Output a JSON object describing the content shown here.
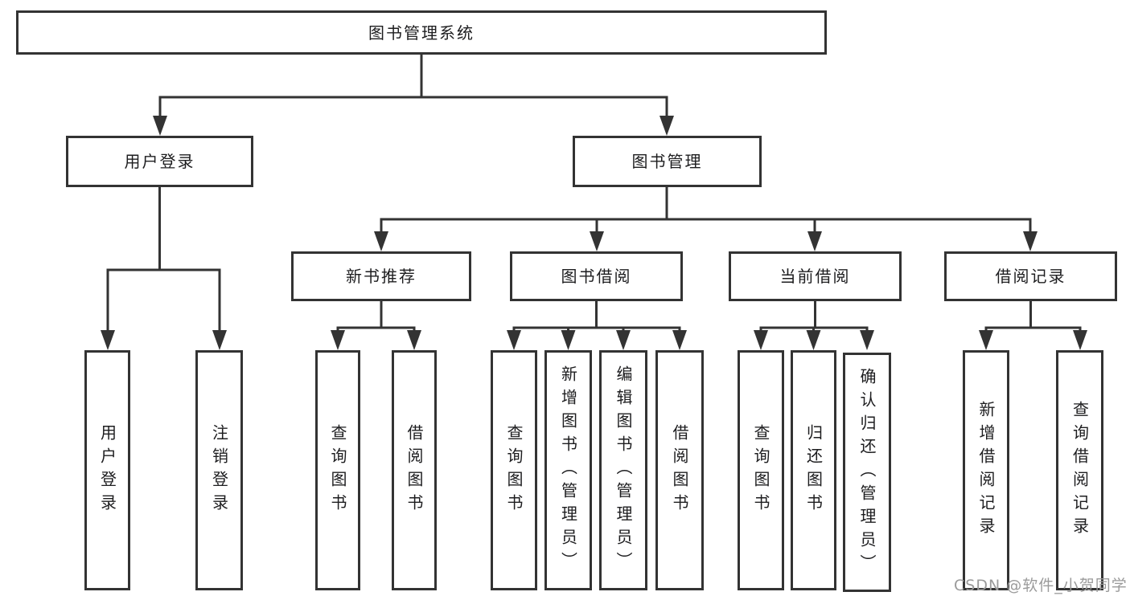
{
  "tree": {
    "root": {
      "label": "图书管理系统",
      "children": [
        {
          "label": "用户登录",
          "children": [
            {
              "label": "用户登录"
            },
            {
              "label": "注销登录"
            }
          ]
        },
        {
          "label": "图书管理",
          "children": [
            {
              "label": "新书推荐",
              "children": [
                {
                  "label": "查询图书"
                },
                {
                  "label": "借阅图书"
                }
              ]
            },
            {
              "label": "图书借阅",
              "children": [
                {
                  "label": "查询图书"
                },
                {
                  "label": "新增图书（管理员）"
                },
                {
                  "label": "编辑图书（管理员）"
                },
                {
                  "label": "借阅图书"
                }
              ]
            },
            {
              "label": "当前借阅",
              "children": [
                {
                  "label": "查询图书"
                },
                {
                  "label": "归还图书"
                },
                {
                  "label": "确认归还（管理员）"
                }
              ]
            },
            {
              "label": "借阅记录",
              "children": [
                {
                  "label": "新增借阅记录"
                },
                {
                  "label": "查询借阅记录"
                }
              ]
            }
          ]
        }
      ]
    }
  },
  "watermark": {
    "text": "CSDN @软件_小贺同学"
  },
  "colors": {
    "line": "#333333",
    "text": "#1d1d1f",
    "box_fill": "#ffffff",
    "bg": "#ffffff",
    "watermark": "#9b9b9b"
  }
}
